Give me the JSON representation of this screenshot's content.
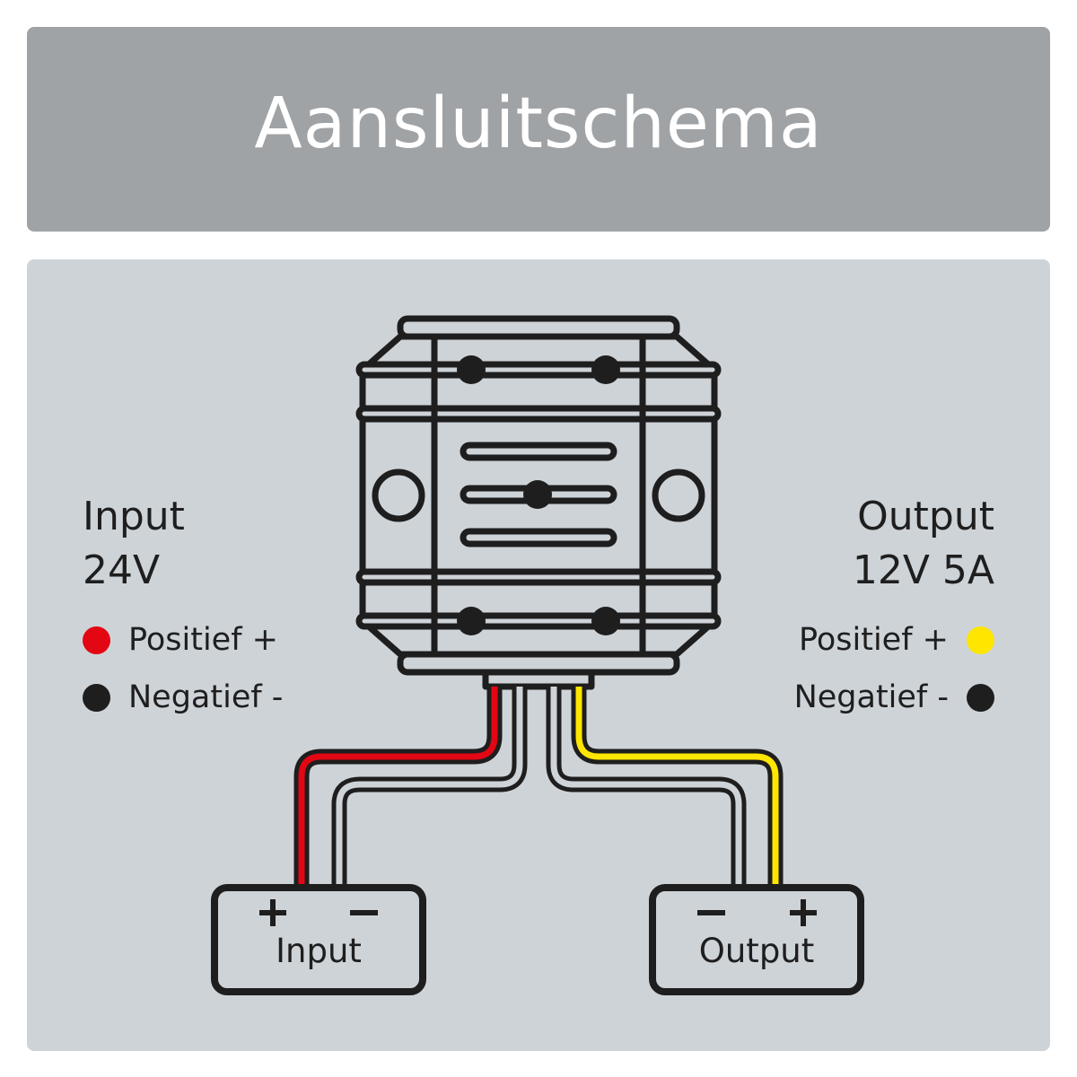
{
  "title": "Aansluitschema",
  "input": {
    "heading": "Input",
    "voltage": "24V",
    "positive_label": "Positief +",
    "negative_label": "Negatief -",
    "box_label": "Input",
    "box_plus": "+",
    "box_minus": "−"
  },
  "output": {
    "heading": "Output",
    "voltage": "12V 5A",
    "positive_label": "Positief +",
    "negative_label": "Negatief -",
    "box_label": "Output",
    "box_plus": "+",
    "box_minus": "−"
  },
  "colors": {
    "header_bg": "#a0a3a6",
    "panel_bg": "#ced3d8",
    "stroke": "#1e1e1e",
    "input_positive_wire": "#e30613",
    "output_positive_wire": "#ffe600",
    "negative_wire": "#1e1e1e"
  },
  "icons": {
    "converter": "dc-dc-converter-icon",
    "input_positive_dot": "red-dot-icon",
    "output_positive_dot": "yellow-dot-icon",
    "negative_dot": "black-dot-icon"
  }
}
